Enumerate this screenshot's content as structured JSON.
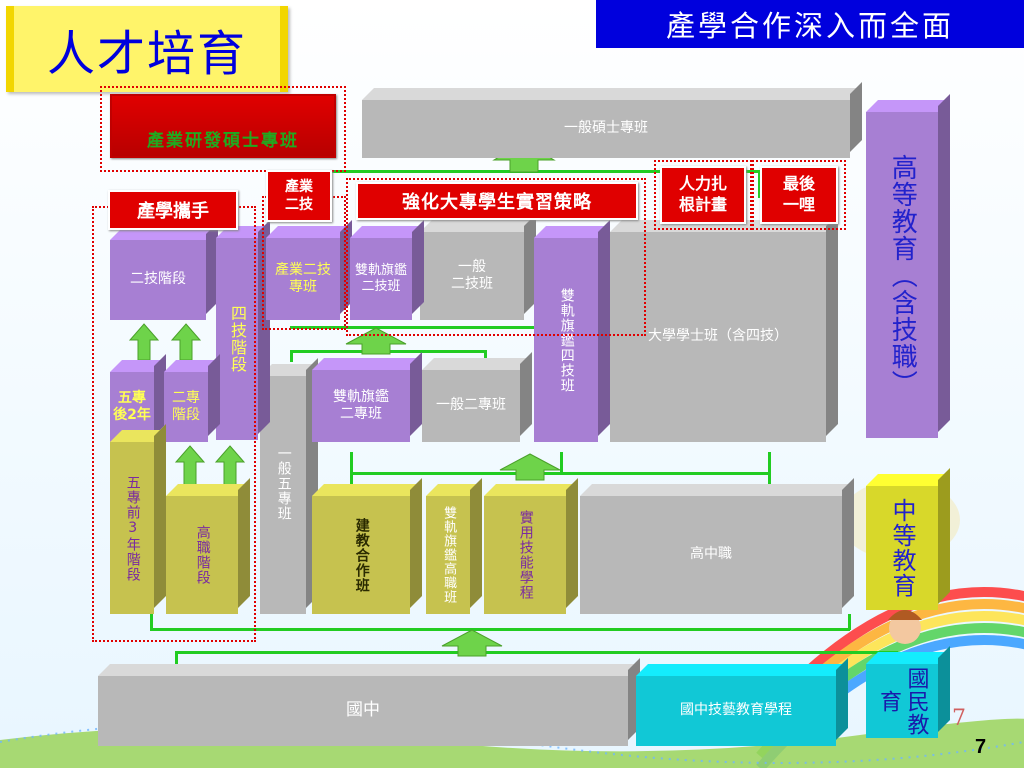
{
  "title": "人才培育",
  "banner": "產學合作深入而全面",
  "page_number": "7",
  "page_number_faint": "7",
  "red_labels": {
    "research_master": "產業研發碩士專班",
    "industry_collab": "產學攜手",
    "industry_two_year_tag": "產業\n二技",
    "internship": "強化大專學生實習策略",
    "manpower": "人力扎\n根計畫",
    "last_mile": "最後\n一哩"
  },
  "blocks": {
    "general_master": "一般碩士專班",
    "higher_ed": "高等教育（含技職）",
    "two_year_stage": "二技階段",
    "four_year_stage": "四技階段",
    "industry_two_year": "產業二技\n專班",
    "dual_track_two_year": "雙軌旗鑑\n二技班",
    "general_two_year": "一般\n二技班",
    "dual_track_four_year": "雙軌旗鑑四技班",
    "university_bachelor": "大學學士班（含四技）",
    "five_year_post": "五專\n後2年",
    "two_year_college": "二專\n階段",
    "general_five_year": "一般五專班",
    "dual_track_two_year_college": "雙軌旗鑑\n二專班",
    "general_two_year_college": "一般二專班",
    "five_year_pre": "五專前3年階段",
    "vocational_stage": "高職階段",
    "coop_edu": "建教合作班",
    "dual_track_vocational": "雙軌旗鑑高職班",
    "practical_skills": "實用技能學程",
    "high_school_vocational": "高中職",
    "secondary_ed": "中等教育",
    "junior_high": "國中",
    "junior_high_skills": "國中技藝教育學程",
    "basic_ed": "國民教育"
  },
  "colors": {
    "red": "#e00000",
    "green_line": "#22cc22",
    "purple": "#a77fd3",
    "gray": "#b8b8b8",
    "olive": "#c6c24f",
    "cyan": "#11c8d6",
    "banner_blue": "#0000dd"
  }
}
